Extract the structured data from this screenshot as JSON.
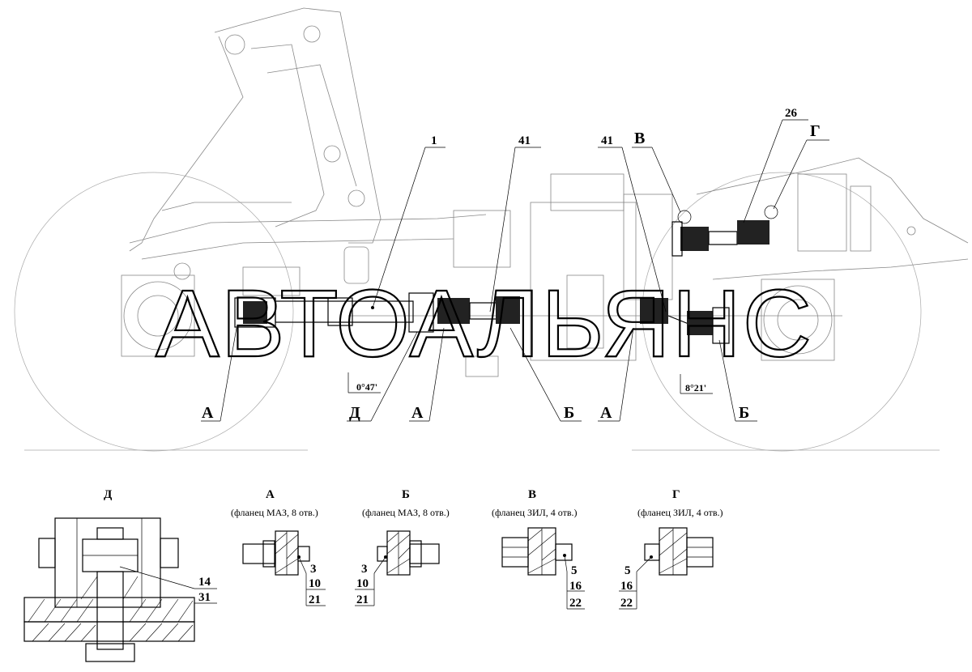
{
  "main_view": {
    "callouts": {
      "part_1": "1",
      "part_41_left": "41",
      "part_41_right": "41",
      "view_v": "В",
      "part_26": "26",
      "view_g": "Г",
      "view_a1": "А",
      "view_d": "Д",
      "view_a2": "А",
      "view_b1": "Б",
      "view_a3": "А",
      "view_b2": "Б"
    },
    "angles": {
      "left": "0°47'",
      "right": "8°21'"
    },
    "watermark": "АВТОАЛЬЯНС"
  },
  "details": {
    "d": {
      "title": "Д",
      "caption": "",
      "parts": [
        "14",
        "31"
      ]
    },
    "a": {
      "title": "А",
      "caption": "(фланец МАЗ, 8 отв.)",
      "parts": [
        "3",
        "10",
        "21"
      ]
    },
    "b": {
      "title": "Б",
      "caption": "(фланец МАЗ, 8 отв.)",
      "parts": [
        "3",
        "10",
        "21"
      ]
    },
    "v": {
      "title": "В",
      "caption": "(фланец ЗИЛ, 4 отв.)",
      "parts": [
        "5",
        "16",
        "22"
      ]
    },
    "g": {
      "title": "Г",
      "caption": "(фланец ЗИЛ, 4 отв.)",
      "parts": [
        "5",
        "16",
        "22"
      ]
    }
  }
}
